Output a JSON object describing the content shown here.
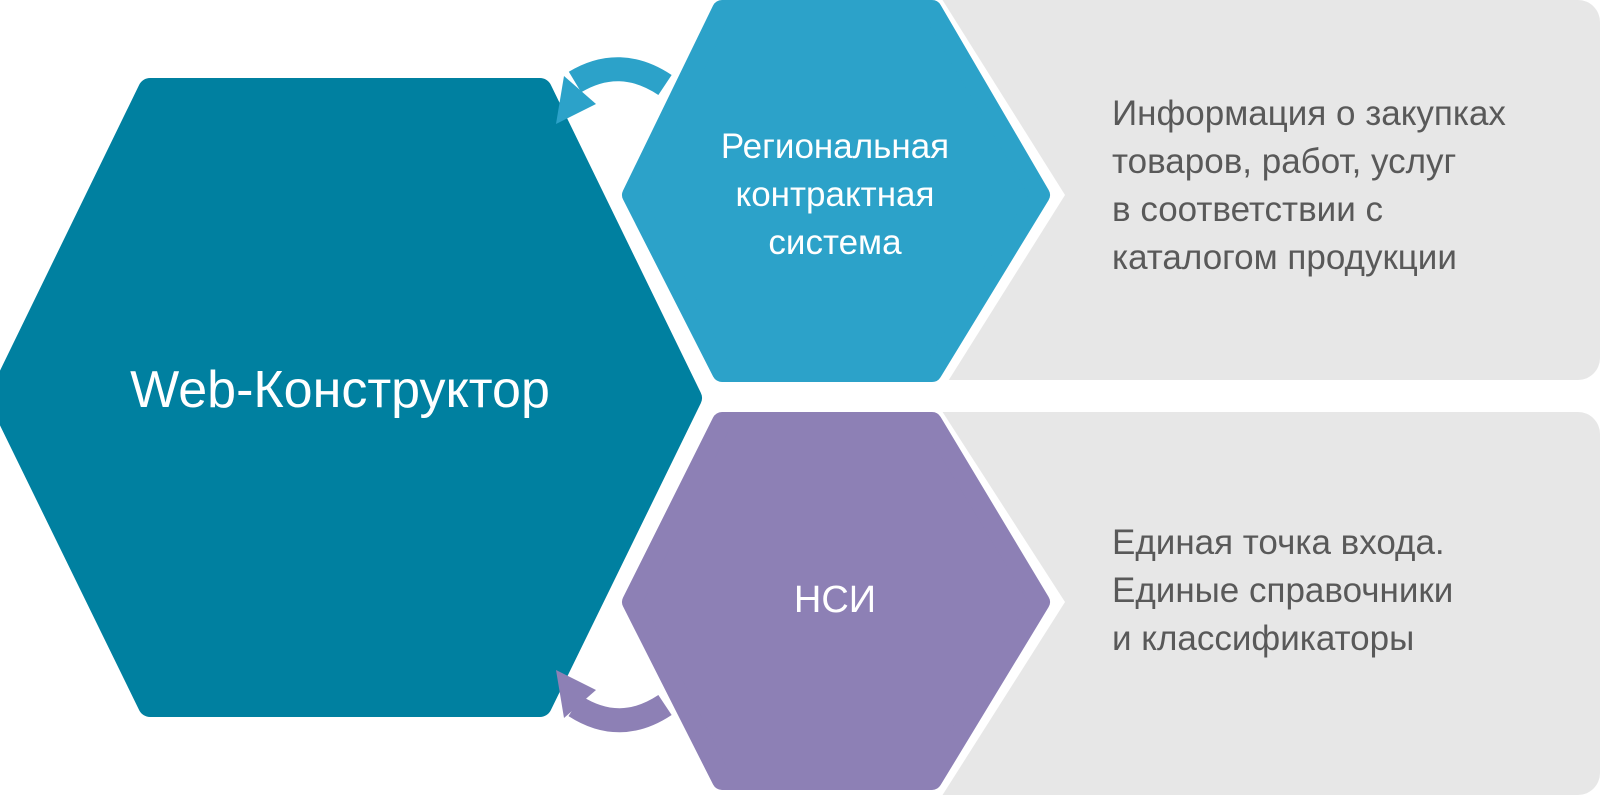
{
  "diagram": {
    "main_node": {
      "label": "Web-Конструктор",
      "color": "#0080A0"
    },
    "nodes": [
      {
        "id": "regional",
        "label": "Региональная\nконтрактная\nсистема",
        "color": "#2CA2C9",
        "description": "Информация о закупках\nтоваров, работ, услуг\nв соответствии с\nкаталогом продукции"
      },
      {
        "id": "nsi",
        "label": "НСИ",
        "color": "#8D80B5",
        "description": "Единая точка входа.\nЕдиные справочники\nи классификаторы"
      }
    ],
    "panel_color": "#E7E7E7",
    "arrows": [
      {
        "from": "regional",
        "to": "main",
        "color": "#2CA2C9",
        "icon": "curved-arrow-icon"
      },
      {
        "from": "nsi",
        "to": "main",
        "color": "#8D80B5",
        "icon": "curved-arrow-icon"
      }
    ]
  }
}
